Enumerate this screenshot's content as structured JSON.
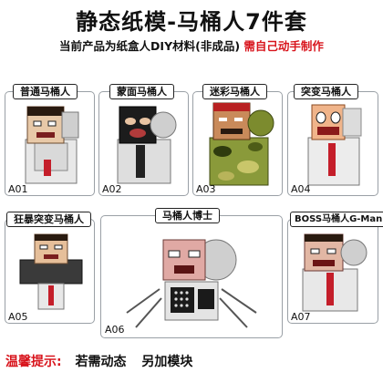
{
  "header": {
    "title": "静态纸模-马桶人7件套",
    "subtitle_black": "当前产品为纸盒人DIY材料(非成品)",
    "subtitle_red": "需自己动手制作"
  },
  "cards": [
    {
      "label": "普通马桶人",
      "code": "A01"
    },
    {
      "label": "蒙面马桶人",
      "code": "A02"
    },
    {
      "label": "迷彩马桶人",
      "code": "A03"
    },
    {
      "label": "突变马桶人",
      "code": "A04"
    },
    {
      "label": "狂暴突变马桶人",
      "code": "A05"
    },
    {
      "label": "马桶人博士",
      "code": "A06"
    },
    {
      "label": "BOSS马桶人G-Man",
      "code": "A07"
    }
  ],
  "footer": {
    "tip_label": "温馨提示:",
    "tip_text_1": "若需动态",
    "tip_text_2": "另加模块"
  },
  "colors": {
    "accent_red": "#d8141c",
    "card_border": "#9aa0a6"
  }
}
